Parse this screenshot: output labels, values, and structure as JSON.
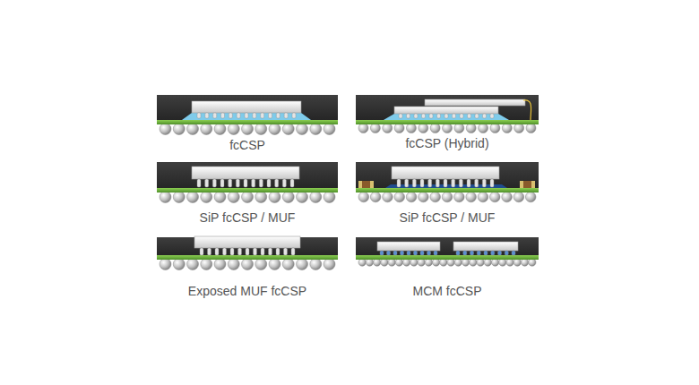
{
  "diagram": {
    "labels": [
      "fcCSP",
      "fcCSP (Hybrid)",
      "SiP fcCSP / MUF",
      "SiP fcCSP / MUF",
      "Exposed MUF fcCSP",
      "MCM fcCSP"
    ]
  }
}
